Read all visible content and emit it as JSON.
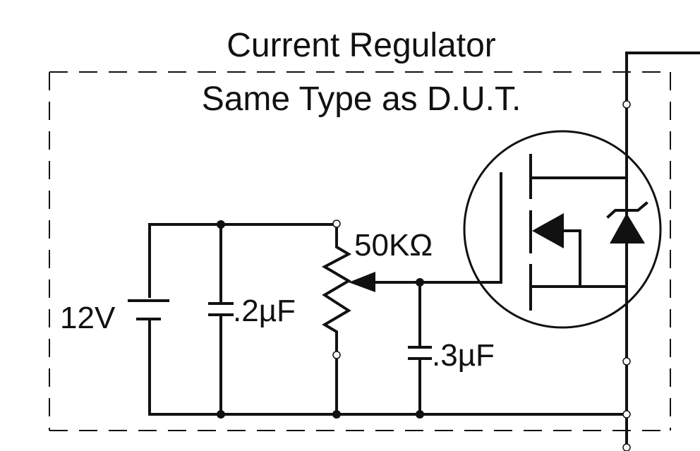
{
  "diagram": {
    "title": "Current Regulator",
    "subtitle": "Same Type as D.U.T.",
    "components": {
      "battery": {
        "type": "battery",
        "label": "12V"
      },
      "cap1": {
        "type": "capacitor",
        "label": ".2µF"
      },
      "potentiometer": {
        "type": "potentiometer",
        "label": "50KΩ"
      },
      "cap2": {
        "type": "capacitor",
        "label": ".3µF"
      },
      "mosfet": {
        "type": "n-channel MOSFET with zener diode",
        "label": ""
      }
    }
  }
}
